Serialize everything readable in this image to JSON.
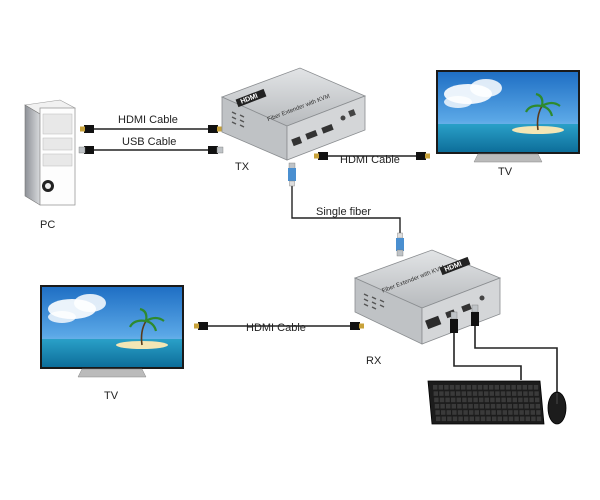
{
  "devices": {
    "pc": "PC",
    "tx": "TX",
    "rx": "RX",
    "tv_top": "TV",
    "tv_bottom": "TV"
  },
  "cables": {
    "pc_hdmi": "HDMI Cable",
    "pc_usb": "USB Cable",
    "tx_hdmi": "HDMI Cable",
    "fiber": "Single fiber",
    "rx_hdmi": "HDMI Cable"
  },
  "device_text": {
    "tx_logo": "HDMI",
    "tx_face": "Fiber Extender with KVM",
    "rx_logo": "HDMI",
    "rx_face": "Fiber Extender with KVM"
  },
  "colors": {
    "extender_body": "#c9cccf",
    "cable": "#222222",
    "tv_sky": "#2f86d6",
    "fiber_connector": "#4a8fd0"
  },
  "icons": [
    "pc-tower-icon",
    "tv-icon",
    "extender-icon",
    "keyboard-icon",
    "mouse-icon",
    "hdmi-connector-icon",
    "usb-connector-icon",
    "fiber-connector-icon"
  ]
}
